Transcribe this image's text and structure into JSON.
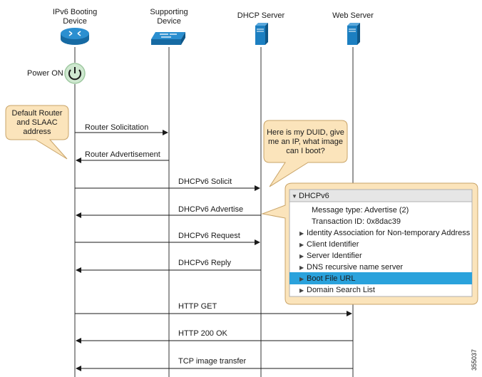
{
  "actors": {
    "booting_device": "IPv6 Booting\nDevice",
    "supporting_device": "Supporting\nDevice",
    "dhcp_server": "DHCP Server",
    "web_server": "Web Server"
  },
  "power_on": "Power ON",
  "callouts": {
    "default_router": "Default Router\nand SLAAC\naddress",
    "duid_question": "Here is my DUID, give\nme an IP, what image\ncan I boot?"
  },
  "messages": [
    {
      "label": "Router Solicitation",
      "direction": "right"
    },
    {
      "label": "Router Advertisement",
      "direction": "left"
    },
    {
      "label": "DHCPv6 Solicit",
      "direction": "right"
    },
    {
      "label": "DHCPv6 Advertise",
      "direction": "left"
    },
    {
      "label": "DHCPv6 Request",
      "direction": "right"
    },
    {
      "label": "DHCPv6 Reply",
      "direction": "left"
    },
    {
      "label": "HTTP GET",
      "direction": "right"
    },
    {
      "label": "HTTP 200 OK",
      "direction": "left"
    },
    {
      "label": "TCP image transfer",
      "direction": "left"
    }
  ],
  "dhcp_panel": {
    "header": "DHCPv6",
    "message_type": "Message type: Advertise (2)",
    "transaction_id": "Transaction ID: 0x8dac39",
    "items": [
      "Identity Association for Non-temporary Address",
      "Client Identifier",
      "Server Identifier",
      "DNS recursive name server",
      "Boot File URL",
      "Domain Search List"
    ],
    "highlighted_item": "Boot File URL"
  },
  "figure_number": "355037",
  "colors": {
    "router_blue": "#1c7fc1",
    "callout_fill": "#fbe4bb",
    "callout_border": "#c9a468",
    "power_green": "#cfe8d0",
    "highlight": "#2aa2dc"
  },
  "icons": [
    "router-icon",
    "switch-icon",
    "dhcp-server-icon",
    "web-server-icon",
    "power-icon"
  ]
}
